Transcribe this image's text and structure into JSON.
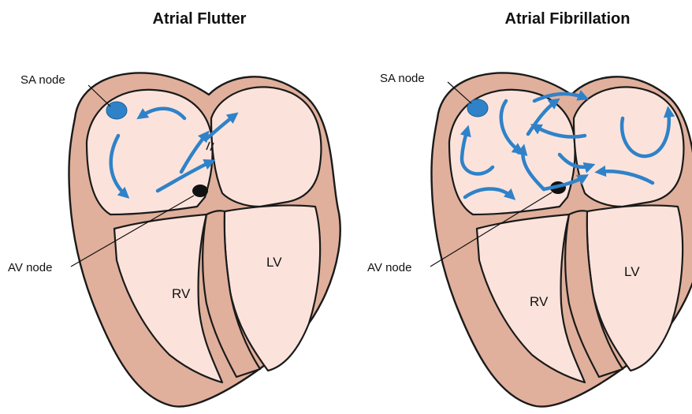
{
  "panels": [
    {
      "title": "Atrial Flutter",
      "labels": {
        "sa": "SA node",
        "av": "AV node",
        "rv": "RV",
        "lv": "LV"
      }
    },
    {
      "title": "Atrial Fibrillation",
      "labels": {
        "sa": "SA node",
        "av": "AV node",
        "rv": "RV",
        "lv": "LV"
      }
    }
  ],
  "colors": {
    "arrow": "#2f82c8",
    "heart_wall": "#e0b09c",
    "chamber": "#fbe3dc",
    "av_node": "#111111"
  },
  "icons": [
    "sa-node-icon",
    "av-node-icon",
    "conduction-arrow-icon"
  ]
}
